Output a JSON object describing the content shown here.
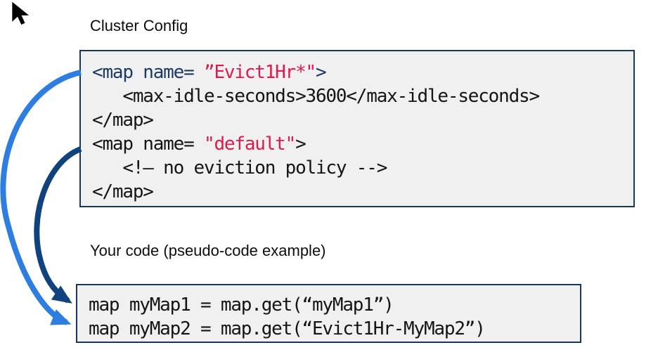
{
  "colors": {
    "box_background": "#f0f0f1",
    "box_border": "#1a365a",
    "tag_navy": "#1b3a64",
    "string_red": "#e2184d",
    "code_black": "#141414",
    "arrow_light_blue": "#2e7de0",
    "arrow_dark_navy": "#10427e"
  },
  "cursor": {
    "icon": "mouse-pointer"
  },
  "cluster_config": {
    "title": "Cluster Config",
    "code_lines": [
      {
        "tokens": [
          {
            "text": "<map name= ",
            "style": "tag"
          },
          {
            "text": "”Evict1Hr*\"",
            "style": "string"
          },
          {
            "text": ">",
            "style": "tag"
          }
        ]
      },
      {
        "tokens": [
          {
            "text": "   <max-idle-seconds>3600</max-idle-seconds>",
            "style": "plain"
          }
        ]
      },
      {
        "tokens": [
          {
            "text": "</map>",
            "style": "plain"
          }
        ]
      },
      {
        "tokens": [
          {
            "text": "<map name= ",
            "style": "plain"
          },
          {
            "text": "\"default\"",
            "style": "string"
          },
          {
            "text": ">",
            "style": "plain"
          }
        ]
      },
      {
        "tokens": [
          {
            "text": "   <!– no eviction policy -->",
            "style": "plain"
          }
        ]
      },
      {
        "tokens": [
          {
            "text": "</map>",
            "style": "plain"
          }
        ]
      }
    ]
  },
  "your_code": {
    "title": "Your code (pseudo-code example)",
    "code_lines": [
      "map myMap1 = map.get(“myMap1”)",
      "map myMap2 = map.get(“Evict1Hr-MyMap2”)"
    ]
  },
  "arrows": [
    {
      "name": "evict1hr-config-to-mymap2",
      "color": "#2e7de0"
    },
    {
      "name": "default-config-to-mymap1",
      "color": "#10427e"
    }
  ]
}
